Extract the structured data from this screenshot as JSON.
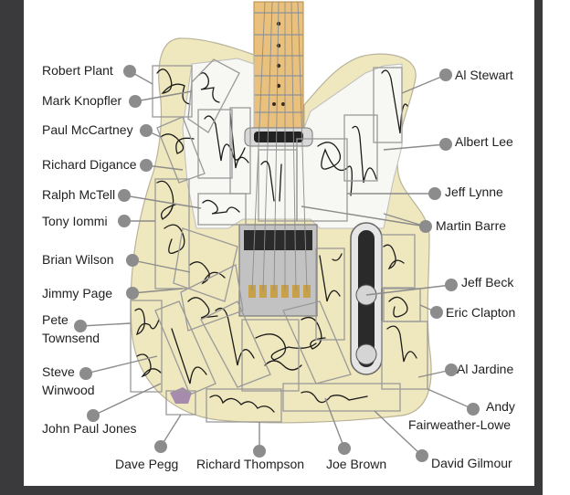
{
  "labels": {
    "robert_plant": "Robert Plant",
    "mark_knopfler": "Mark Knopfler",
    "paul_mccartney": "Paul McCartney",
    "richard_digance": "Richard Digance",
    "ralph_mctell": "Ralph McTell",
    "tony_iommi": "Tony Iommi",
    "brian_wilson": "Brian Wilson",
    "jimmy_page": "Jimmy Page",
    "pete_townsend_1": "Pete",
    "pete_townsend_2": "Townsend",
    "steve_winwood_1": "Steve",
    "steve_winwood_2": "Winwood",
    "john_paul_jones": "John Paul Jones",
    "dave_pegg": "Dave Pegg",
    "richard_thompson": "Richard Thompson",
    "joe_brown": "Joe Brown",
    "david_gilmour": "David Gilmour",
    "andy_fairweather_1": "Andy",
    "andy_fairweather_2": "Fairweather-Lowe",
    "al_jardine": "Al Jardine",
    "eric_clapton": "Eric Clapton",
    "jeff_beck": "Jeff Beck",
    "martin_barre": "Martin  Barre",
    "jeff_lynne": "Jeff Lynne",
    "albert_lee": "Albert Lee",
    "al_stewart": "Al Stewart"
  },
  "colors": {
    "frame": "#3a3a3c",
    "guitar_body": "#efe7bd",
    "pickguard": "#f7f7f4",
    "neck": "#e9c07c",
    "leader_line": "#8c8c8c",
    "marker_dot": "#8c8c8c",
    "signature_ink": "#1b1b1b",
    "chrome": "#b9b9b9"
  },
  "icons": {
    "marker": "grey-dot",
    "signature": "handwritten-signature"
  }
}
